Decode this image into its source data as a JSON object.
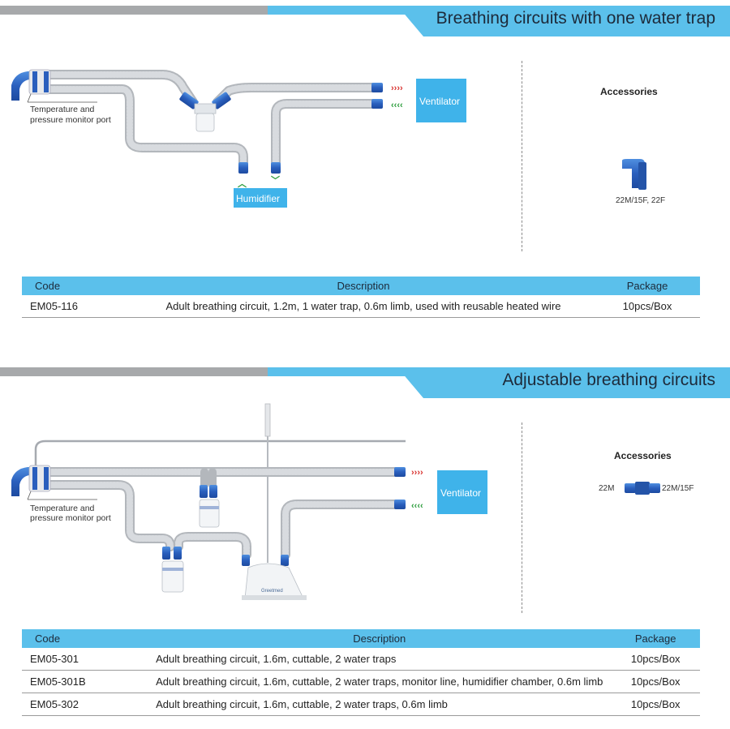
{
  "section1": {
    "title": "Breathing circuits with one water trap",
    "diagram": {
      "port_label": [
        "Temperature and",
        "pressure monitor port"
      ],
      "ventilator": "Ventilator",
      "humidifier": "Humidifier"
    },
    "accessories": {
      "title": "Accessories",
      "items": [
        "22M/15F, 22F"
      ]
    },
    "table": {
      "headers": [
        "Code",
        "Description",
        "Package"
      ],
      "rows": [
        {
          "code": "EM05-116",
          "description": "Adult breathing circuit, 1.2m, 1 water trap, 0.6m limb, used with reusable heated wire",
          "package": "10pcs/Box"
        }
      ]
    }
  },
  "section2": {
    "title": "Adjustable breathing circuits",
    "diagram": {
      "port_label": [
        "Temperature and",
        "pressure monitor port"
      ],
      "ventilator": "Ventilator",
      "device_brand": "Greetmed"
    },
    "accessories": {
      "title": "Accessories",
      "left": "22M",
      "right": "22M/15F"
    },
    "table": {
      "headers": [
        "Code",
        "Description",
        "Package"
      ],
      "rows": [
        {
          "code": "EM05-301",
          "description": "Adult breathing circuit, 1.6m, cuttable, 2 water traps",
          "package": "10pcs/Box"
        },
        {
          "code": "EM05-301B",
          "description": "Adult breathing circuit, 1.6m, cuttable, 2 water traps, monitor line, humidifier chamber, 0.6m limb",
          "package": "10pcs/Box"
        },
        {
          "code": "EM05-302",
          "description": "Adult breathing circuit, 1.6m, cuttable, 2 water traps, 0.6m limb",
          "package": "10pcs/Box"
        }
      ]
    }
  },
  "colors": {
    "accent": "#5bc0eb",
    "header_gray": "#a7a9ab",
    "connector_blue": "#2f6bc4",
    "tube_gray": "#c9ccd0",
    "arrow_red": "#d8322f",
    "arrow_green": "#2e9e3e"
  }
}
